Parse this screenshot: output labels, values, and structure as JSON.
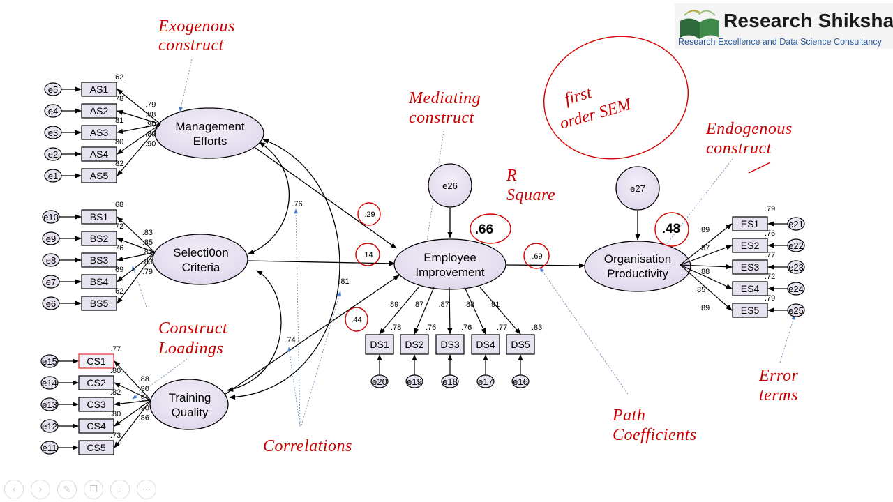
{
  "logo": {
    "title": "Research Shiksha",
    "subtitle": "Research Excellence and Data Science Consultancy"
  },
  "handwriting": {
    "first_order": [
      "first",
      "order SEM"
    ]
  },
  "annotations": {
    "exogenous": [
      "Exogenous",
      "construct"
    ],
    "mediating": [
      "Mediating",
      "construct"
    ],
    "endogenous": [
      "Endogenous",
      "construct"
    ],
    "r_square": [
      "R",
      "Square"
    ],
    "construct_loadings": [
      "Construct",
      "Loadings"
    ],
    "correlations": "Correlations",
    "path_coefficients": [
      "Path",
      "Coefficients"
    ],
    "error_terms": [
      "Error",
      "terms"
    ]
  },
  "latent": {
    "management_efforts": [
      "Management",
      "Efforts"
    ],
    "selection_criteria": [
      "Selecti0on",
      "Criteria"
    ],
    "training_quality": [
      "Training",
      "Quality"
    ],
    "employee_improvement": [
      "Employee",
      "Improvement"
    ],
    "organisation_productivity": [
      "Organisation",
      "Productivity"
    ]
  },
  "disturbances": {
    "e26": "e26",
    "e27": "e27"
  },
  "r_squares": {
    "employee_improvement": ".66",
    "organisation_productivity": ".48"
  },
  "paths": {
    "me_to_ei": ".29",
    "sc_to_ei": ".14",
    "tq_to_ei": ".44",
    "ei_to_op": ".69"
  },
  "correlations": {
    "me_sc": ".76",
    "me_tq": ".81",
    "sc_tq": ".74"
  },
  "indicators": {
    "AS": [
      {
        "name": "AS1",
        "error": "e5",
        "loading": ".79",
        "r2": ".62"
      },
      {
        "name": "AS2",
        "error": "e4",
        "loading": ".88",
        "r2": ".78"
      },
      {
        "name": "AS3",
        "error": "e3",
        "loading": ".90",
        "r2": ".81"
      },
      {
        "name": "AS4",
        "error": "e2",
        "loading": ".89",
        "r2": ".80"
      },
      {
        "name": "AS5",
        "error": "e1",
        "loading": ".90",
        "r2": ".82"
      }
    ],
    "BS": [
      {
        "name": "BS1",
        "error": "e10",
        "loading": ".83",
        "r2": ".68"
      },
      {
        "name": "BS2",
        "error": "e9",
        "loading": ".85",
        "r2": ".72"
      },
      {
        "name": "BS3",
        "error": "e8",
        "loading": ".87",
        "r2": ".76"
      },
      {
        "name": "BS4",
        "error": "e7",
        "loading": ".83",
        "r2": ".69"
      },
      {
        "name": "BS5",
        "error": "e6",
        "loading": ".79",
        "r2": ".62"
      }
    ],
    "CS": [
      {
        "name": "CS1",
        "error": "e15",
        "loading": ".88",
        "r2": ".77"
      },
      {
        "name": "CS2",
        "error": "e14",
        "loading": ".90",
        "r2": ".80"
      },
      {
        "name": "CS3",
        "error": "e13",
        "loading": ".91",
        "r2": ".82"
      },
      {
        "name": "CS4",
        "error": "e12",
        "loading": ".90",
        "r2": ".80"
      },
      {
        "name": "CS5",
        "error": "e11",
        "loading": ".86",
        "r2": ".73"
      }
    ],
    "DS": [
      {
        "name": "DS1",
        "error": "e20",
        "loading": ".89",
        "r2": ".78"
      },
      {
        "name": "DS2",
        "error": "e19",
        "loading": ".87",
        "r2": ".76"
      },
      {
        "name": "DS3",
        "error": "e18",
        "loading": ".87",
        "r2": ".76"
      },
      {
        "name": "DS4",
        "error": "e17",
        "loading": ".88",
        "r2": ".77"
      },
      {
        "name": "DS5",
        "error": "e16",
        "loading": ".91",
        "r2": ".83"
      }
    ],
    "ES": [
      {
        "name": "ES1",
        "error": "e21",
        "loading": ".89",
        "r2": ".79"
      },
      {
        "name": "ES2",
        "error": "e22",
        "loading": ".87",
        "r2": ".76"
      },
      {
        "name": "ES3",
        "error": "e23",
        "loading": ".88",
        "r2": ".77"
      },
      {
        "name": "ES4",
        "error": "e24",
        "loading": ".85",
        "r2": ".72"
      },
      {
        "name": "ES5",
        "error": "e25",
        "loading": ".89",
        "r2": ".79"
      }
    ]
  },
  "toolbar": {
    "buttons": [
      {
        "name": "prev-button",
        "glyph": "‹"
      },
      {
        "name": "next-button",
        "glyph": "›"
      },
      {
        "name": "pen-button",
        "glyph": "✎"
      },
      {
        "name": "copy-button",
        "glyph": "❐"
      },
      {
        "name": "zoom-button",
        "glyph": "⌕"
      },
      {
        "name": "more-button",
        "glyph": "⋯"
      }
    ]
  }
}
